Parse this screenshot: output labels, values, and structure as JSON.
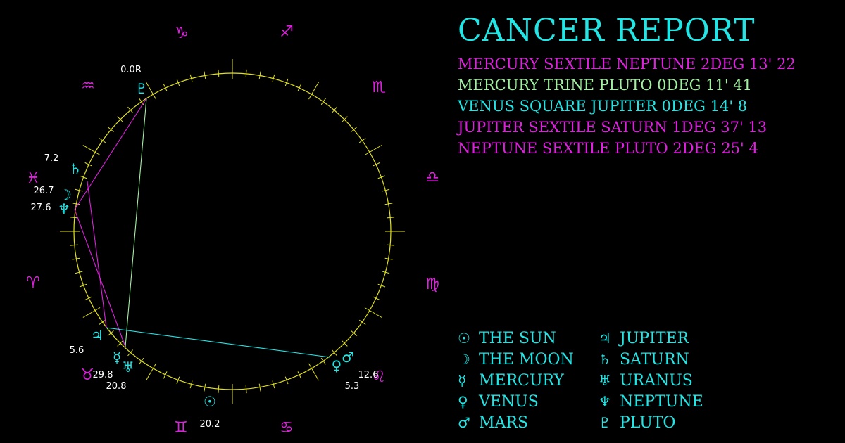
{
  "title": "CANCER REPORT",
  "colors": {
    "background": "#000000",
    "title": "#22e6e6",
    "wheel": "#e0e020",
    "zodiac": "#e020e0",
    "planet": "#22e6e6",
    "degree_label": "#ffffff",
    "sextile": "#e020e0",
    "trine": "#a0f0a0",
    "square": "#22e6e6"
  },
  "aspects": [
    {
      "text": "MERCURY SEXTILE NEPTUNE 2DEG 13' 22",
      "type": "sextile",
      "from": "mercury",
      "to": "neptune"
    },
    {
      "text": "MERCURY TRINE PLUTO 0DEG 11' 41",
      "type": "trine",
      "from": "mercury",
      "to": "pluto"
    },
    {
      "text": "VENUS SQUARE JUPITER 0DEG 14' 8",
      "type": "square",
      "from": "venus",
      "to": "jupiter"
    },
    {
      "text": "JUPITER SEXTILE SATURN 1DEG 37' 13",
      "type": "sextile",
      "from": "jupiter",
      "to": "saturn"
    },
    {
      "text": "NEPTUNE SEXTILE PLUTO 2DEG 25' 4",
      "type": "sextile",
      "from": "neptune",
      "to": "pluto"
    }
  ],
  "zodiac_signs": [
    {
      "id": "capricorn",
      "glyph": "♑",
      "icon": "capricorn-icon"
    },
    {
      "id": "sagittarius",
      "glyph": "♐",
      "icon": "sagittarius-icon"
    },
    {
      "id": "scorpio",
      "glyph": "♏",
      "icon": "scorpio-icon"
    },
    {
      "id": "libra",
      "glyph": "♎",
      "icon": "libra-icon"
    },
    {
      "id": "virgo",
      "glyph": "♍",
      "icon": "virgo-icon"
    },
    {
      "id": "leo",
      "glyph": "♌",
      "icon": "leo-icon"
    },
    {
      "id": "cancer",
      "glyph": "♋",
      "icon": "cancer-icon"
    },
    {
      "id": "gemini",
      "glyph": "♊",
      "icon": "gemini-icon"
    },
    {
      "id": "taurus",
      "glyph": "♉",
      "icon": "taurus-icon"
    },
    {
      "id": "aries",
      "glyph": "♈",
      "icon": "aries-icon"
    },
    {
      "id": "pisces",
      "glyph": "♓",
      "icon": "pisces-icon"
    },
    {
      "id": "aquarius",
      "glyph": "♒",
      "icon": "aquarius-icon"
    }
  ],
  "planets": [
    {
      "id": "pluto",
      "glyph": "♇",
      "degree": "0.0R"
    },
    {
      "id": "saturn",
      "glyph": "♄",
      "degree": "7.2"
    },
    {
      "id": "moon",
      "glyph": "☽",
      "degree": "26.7"
    },
    {
      "id": "neptune",
      "glyph": "♆",
      "degree": "27.6"
    },
    {
      "id": "jupiter",
      "glyph": "♃",
      "degree": "5.6"
    },
    {
      "id": "mercury",
      "glyph": "☿",
      "degree": "29.8"
    },
    {
      "id": "uranus",
      "glyph": "♅",
      "degree": "20.8"
    },
    {
      "id": "sun",
      "glyph": "☉",
      "degree": "20.2"
    },
    {
      "id": "venus",
      "glyph": "♀",
      "degree": "5.3"
    },
    {
      "id": "mars",
      "glyph": "♂",
      "degree": "12.6"
    }
  ],
  "legend": {
    "left": [
      {
        "glyph": "☉",
        "name": "THE SUN",
        "icon": "sun-icon"
      },
      {
        "glyph": "☽",
        "name": "THE MOON",
        "icon": "moon-icon"
      },
      {
        "glyph": "☿",
        "name": "MERCURY",
        "icon": "mercury-icon"
      },
      {
        "glyph": "♀",
        "name": "VENUS",
        "icon": "venus-icon"
      },
      {
        "glyph": "♂",
        "name": "MARS",
        "icon": "mars-icon"
      }
    ],
    "right": [
      {
        "glyph": "♃",
        "name": "JUPITER",
        "icon": "jupiter-icon"
      },
      {
        "glyph": "♄",
        "name": "SATURN",
        "icon": "saturn-icon"
      },
      {
        "glyph": "♅",
        "name": "URANUS",
        "icon": "uranus-icon"
      },
      {
        "glyph": "♆",
        "name": "NEPTUNE",
        "icon": "neptune-icon"
      },
      {
        "glyph": "♇",
        "name": "PLUTO",
        "icon": "pluto-icon"
      }
    ]
  }
}
